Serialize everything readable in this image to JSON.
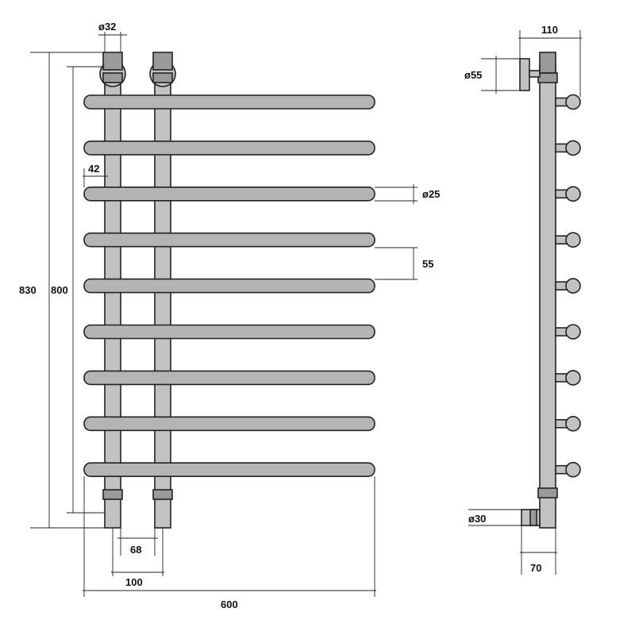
{
  "colors": {
    "bar_fill": "#b4b4b4",
    "post_fill": "#c2c2c2",
    "fitting_fill": "#9a9a9a",
    "line": "#222222"
  },
  "front_view": {
    "bar_count": 9,
    "dimensions": {
      "total_height": "830",
      "pipe_height": "800",
      "post_diameter": "ø32",
      "bar_offset": "42",
      "bar_diameter": "ø25",
      "bar_spacing": "55",
      "inner_gap": "68",
      "post_centers": "100",
      "total_width": "600"
    }
  },
  "side_view": {
    "knob_count": 9,
    "dimensions": {
      "depth": "110",
      "flange_diameter": "ø55",
      "bottom_pipe_diameter": "ø30",
      "bottom_depth": "70"
    }
  }
}
